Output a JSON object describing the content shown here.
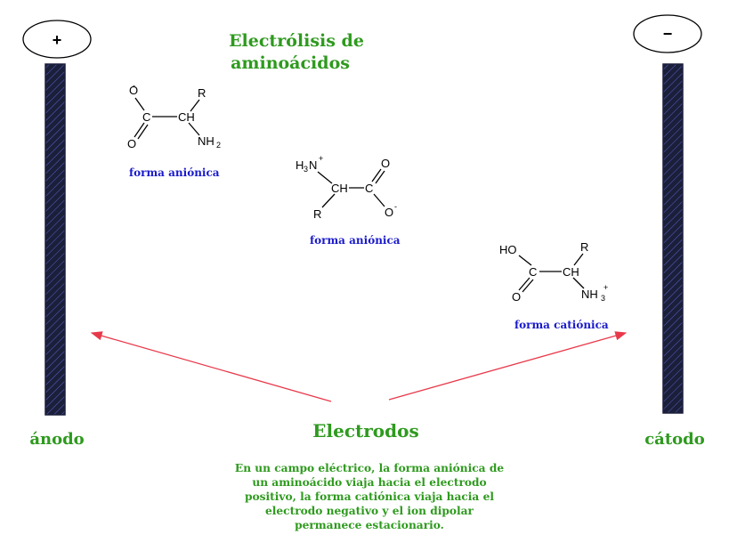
{
  "title_line1": "Electrólisis de",
  "title_line2": "aminoácidos",
  "anode": {
    "sign": "+",
    "label": "ánodo"
  },
  "cathode": {
    "sign": "−",
    "label": "cátodo"
  },
  "electrodes_label": "Electrodos",
  "molecules": [
    {
      "label": "forma aniónica",
      "atoms": [
        "O",
        "-",
        "R",
        "C",
        "CH",
        "O",
        "NH",
        "2"
      ]
    },
    {
      "label": "forma aniónica",
      "atoms": [
        "H",
        "3",
        "N",
        "+",
        "CH",
        "C",
        "O",
        "R",
        "O",
        "-"
      ]
    },
    {
      "label": "forma catiónica",
      "atoms": [
        "R",
        "HO",
        "C",
        "CH",
        "O",
        "NH",
        "3",
        "+"
      ]
    }
  ],
  "note_lines": [
    "En un campo eléctrico, la forma aniónica de",
    "un aminoácido viaja hacia el electrodo",
    "positivo, la forma catiónica viaja hacia el",
    "electrodo negativo y el ion dipolar",
    "permanece estacionario."
  ],
  "colors": {
    "title": "#2e9a1e",
    "form_label": "#1a1acc",
    "arrow": "#e8394a",
    "electrode": "#1b1f3a"
  }
}
